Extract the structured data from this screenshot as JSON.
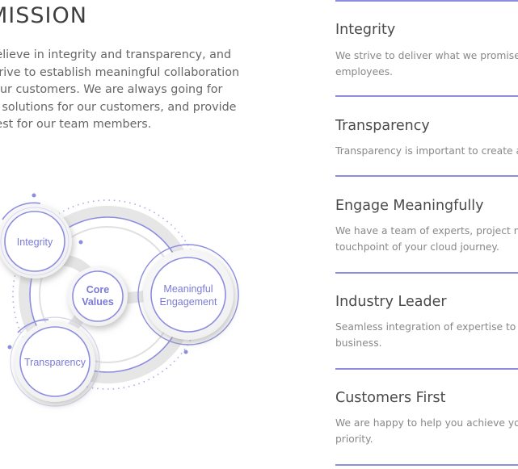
{
  "mission": {
    "title": "MISSION",
    "text": [
      "e believe in integrity and transparency, and",
      "e strive to establish meaningful collaboration",
      "th our customers. We are always going for",
      "tter solutions for our customers, and provide",
      "e best for our team members."
    ]
  },
  "diagram": {
    "center_line1": "Core",
    "center_line2": "Values",
    "integrity": "Integrity",
    "meaningful_line1": "Meaningful",
    "meaningful_line2": "Engagement",
    "transparency": "Transparency"
  },
  "values": [
    {
      "title": "Integrity",
      "desc": "We strive to deliver what we promise t\nemployees."
    },
    {
      "title": "Transparency",
      "desc": "Transparency is important to create a"
    },
    {
      "title": "Engage Meaningfully",
      "desc": "We have a team of experts, project ma\ntouchpoint of your cloud journey."
    },
    {
      "title": "Industry Leader",
      "desc": "Seamless integration of expertise to c\nbusiness."
    },
    {
      "title": "Customers First",
      "desc": "We are happy to help you achieve you\npriority."
    }
  ],
  "colors": {
    "accent": "#8d8de0",
    "text_dark": "#4a4a4a",
    "text_muted": "#888888"
  }
}
